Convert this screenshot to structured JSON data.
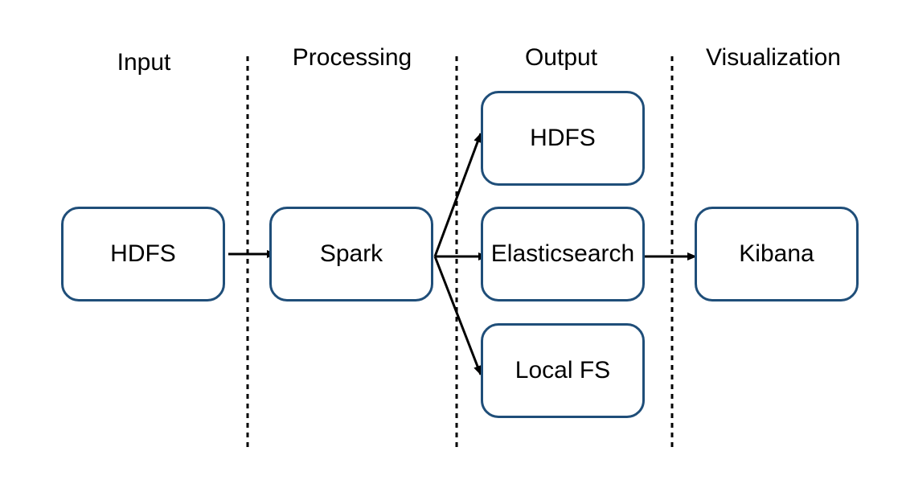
{
  "sections": {
    "input": "Input",
    "processing": "Processing",
    "output": "Output",
    "visualization": "Visualization"
  },
  "nodes": {
    "hdfs_input": "HDFS",
    "spark": "Spark",
    "hdfs_output": "HDFS",
    "elasticsearch": "Elasticsearch",
    "local_fs": "Local FS",
    "kibana": "Kibana"
  },
  "edges": [
    {
      "from": "hdfs_input",
      "to": "spark"
    },
    {
      "from": "spark",
      "to": "hdfs_output"
    },
    {
      "from": "spark",
      "to": "elasticsearch"
    },
    {
      "from": "spark",
      "to": "local_fs"
    },
    {
      "from": "elasticsearch",
      "to": "kibana"
    }
  ],
  "colors": {
    "box_border": "#1f4e79",
    "arrow": "#000000",
    "divider": "#000000",
    "text": "#000000",
    "background": "#ffffff"
  }
}
